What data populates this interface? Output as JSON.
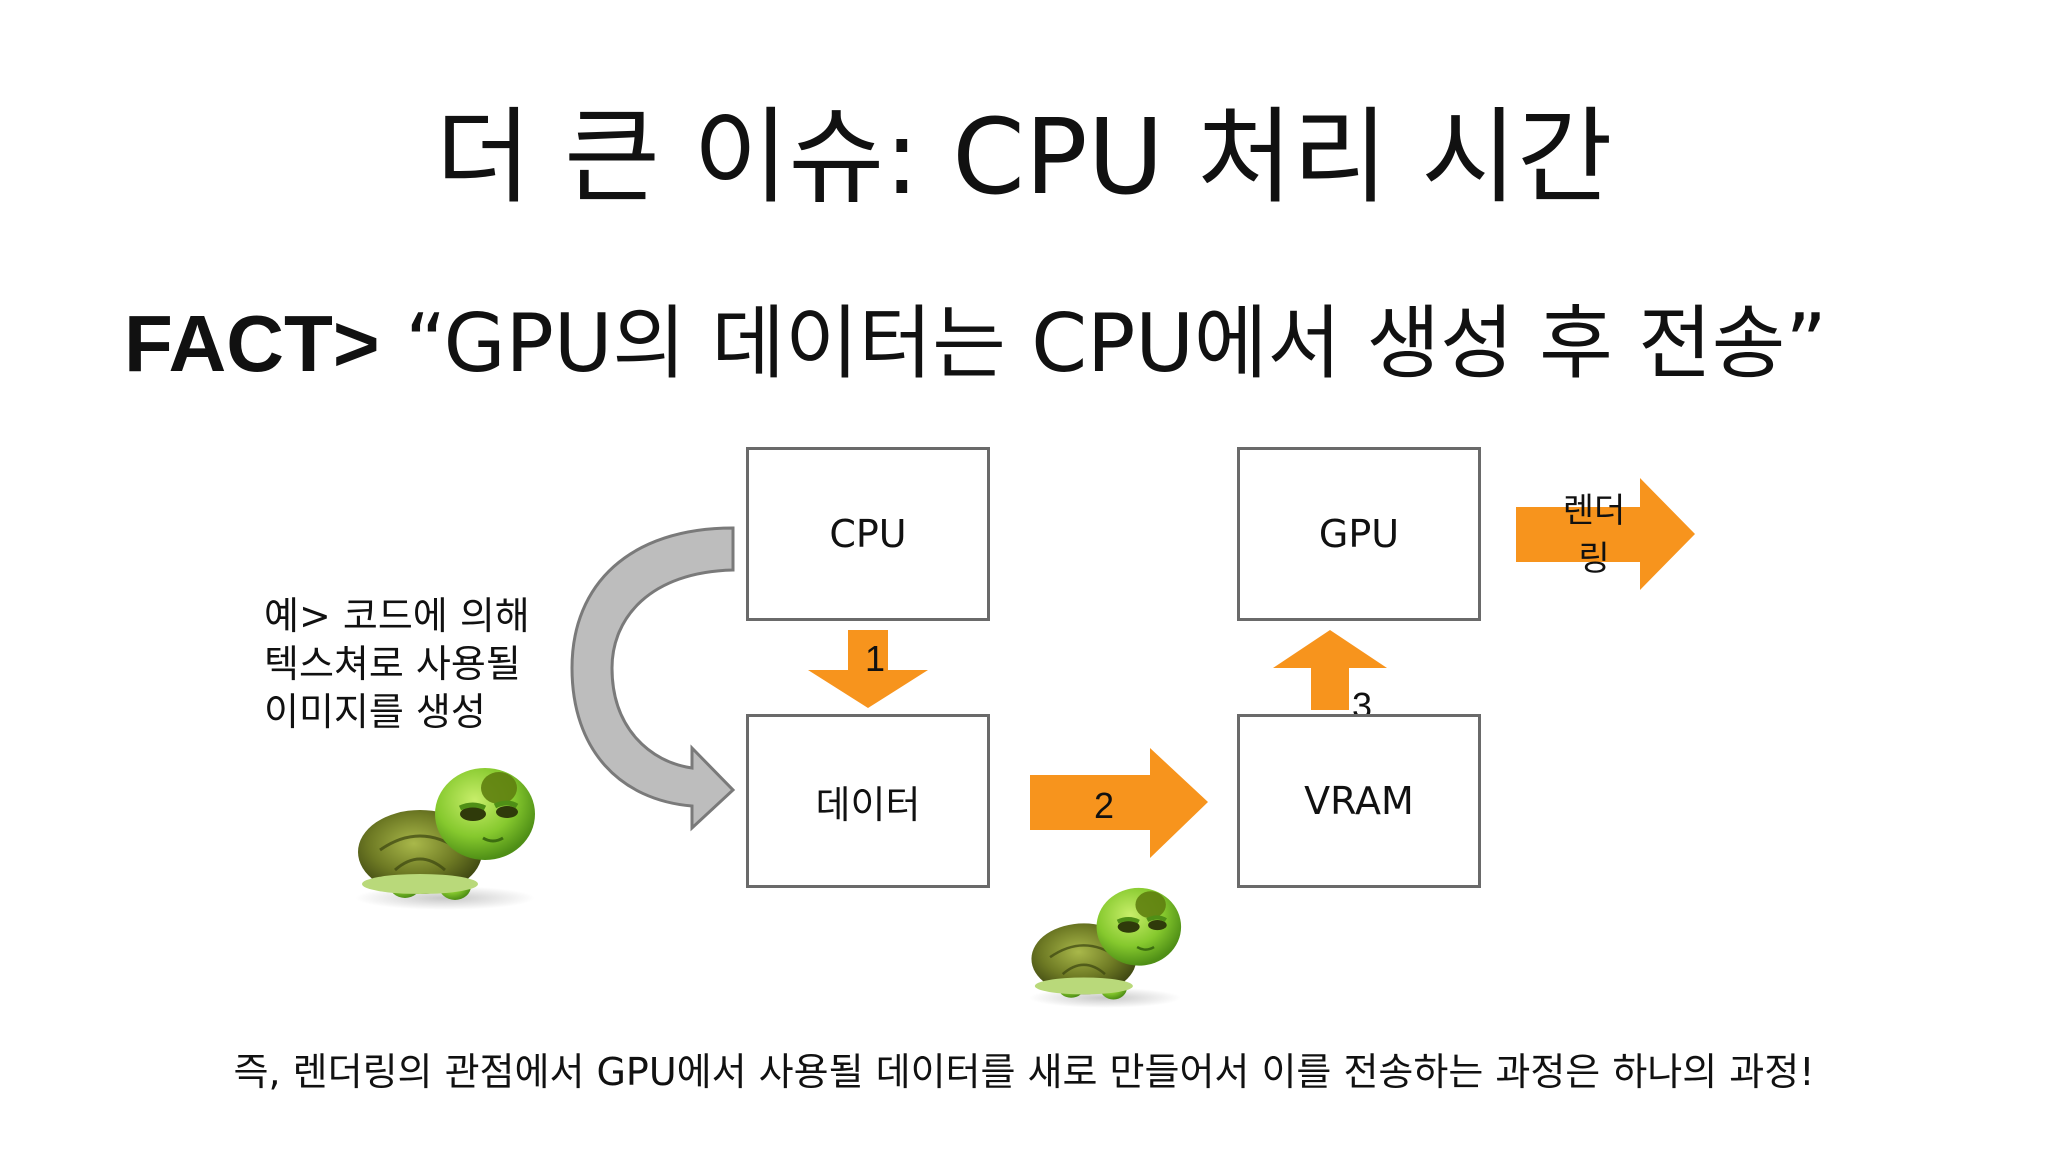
{
  "slide": {
    "title": "더 큰 이슈: CPU 처리 시간",
    "fact_label": "FACT>",
    "fact_text": " “GPU의 데이터는 CPU에서 생성 후 전송”",
    "example_note": "예> 코드에 의해 텍스쳐로 사용될 이미지를 생성",
    "bottom_text": "즉, 렌더링의 관점에서 GPU에서 사용될 데이터를 새로 만들어서 이를 전송하는 과정은 하나의 과정!"
  },
  "diagram": {
    "boxes": {
      "cpu": "CPU",
      "data": "데이터",
      "gpu": "GPU",
      "vram": "VRAM"
    },
    "arrows": {
      "step1": "1",
      "step2": "2",
      "step3": "3",
      "render_line1": "렌더",
      "render_line2": "링"
    },
    "colors": {
      "arrow_orange": "#f7941d",
      "curved_arrow_gray": "#bdbdbd",
      "box_border": "#6a6a6a"
    },
    "icons": [
      "turtle-icon",
      "turtle-icon"
    ]
  }
}
